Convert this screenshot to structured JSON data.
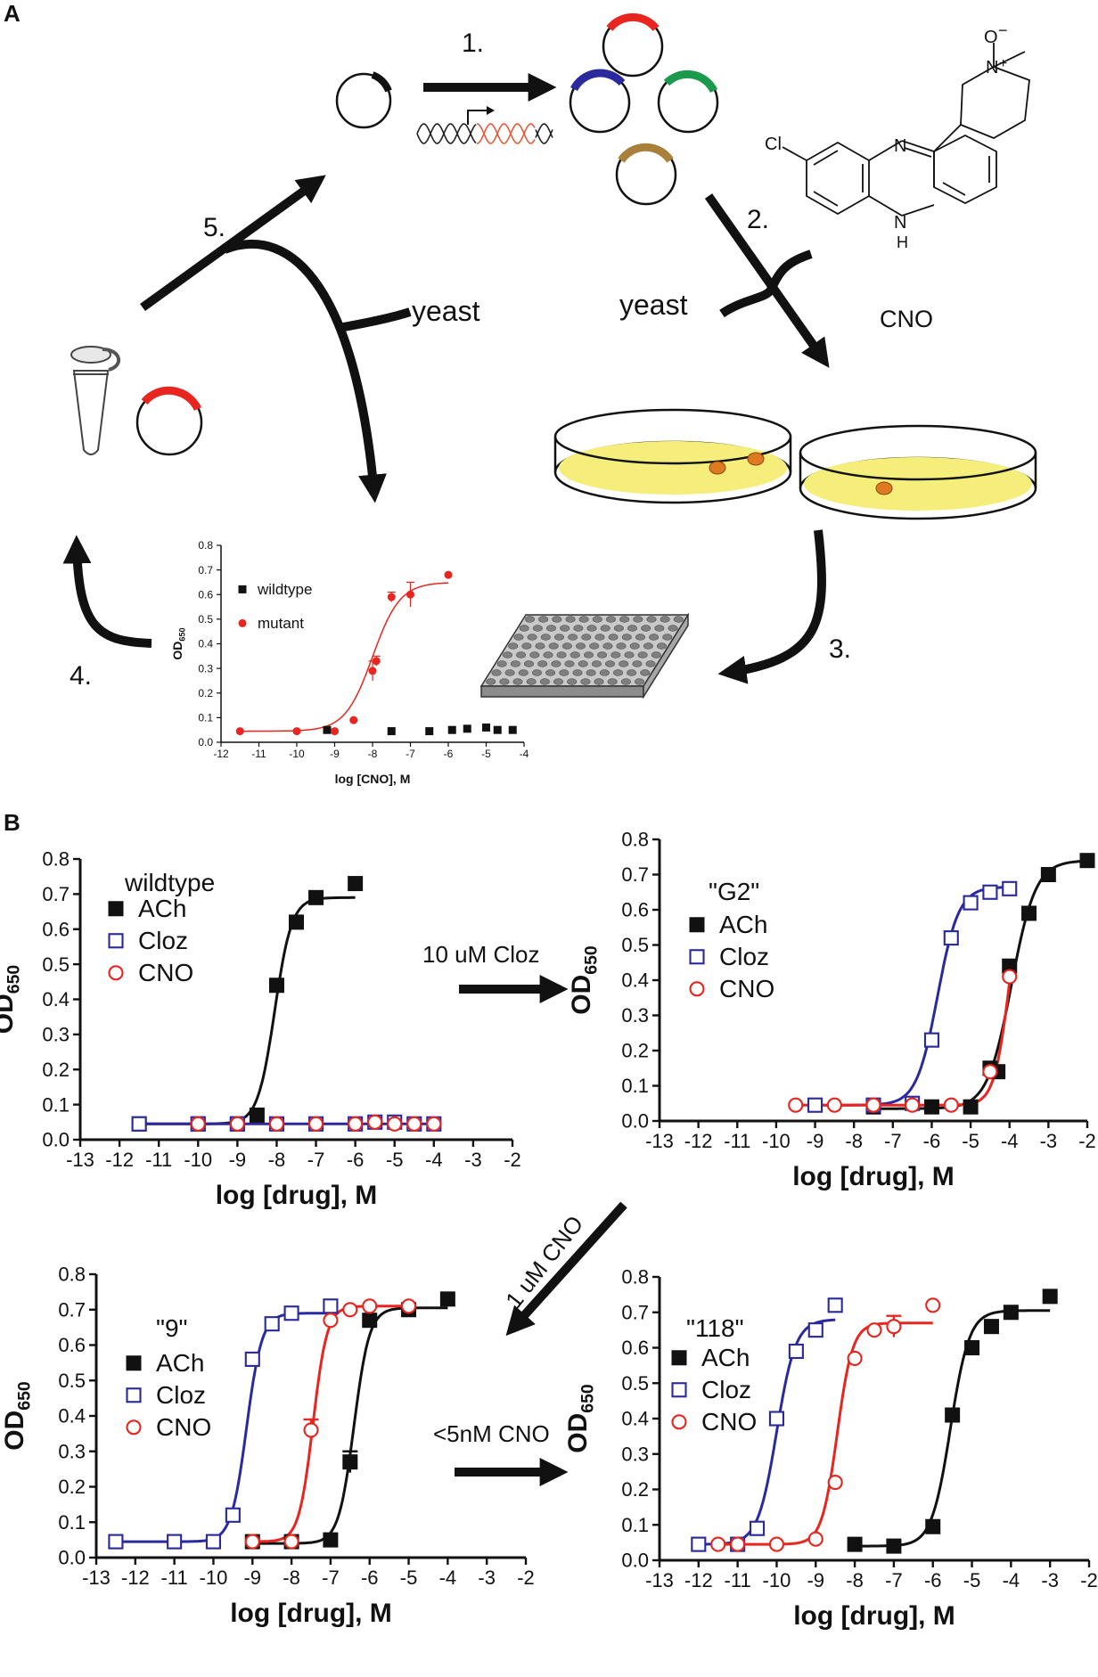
{
  "panels": {
    "a": "A",
    "b": "B"
  },
  "steps": {
    "s1": "1.",
    "s2": "2.",
    "s3": "3.",
    "s4": "4.",
    "s5": "5."
  },
  "yeast_left": "yeast",
  "yeast_right": "yeast",
  "cno_label": "CNO",
  "molecule": {
    "cl": "Cl",
    "n": "N",
    "nh": "N",
    "h": "H",
    "o": "O",
    "nplus": "N",
    "plus": "+",
    "minus": "−"
  },
  "colors": {
    "black": "#111111",
    "blue": "#2a2a9e",
    "red": "#e8251e",
    "green": "#1a9a4a",
    "gold": "#a8803a",
    "yellow": "#f5ee7a",
    "colony": "#e07a20"
  },
  "transitions": {
    "t1": "10 uM Cloz",
    "t2": "1 uM CNO",
    "t3": "<5nM CNO"
  },
  "chart_data": [
    {
      "id": "inset",
      "type": "scatter",
      "xlabel": "log [CNO], M",
      "ylabel": "OD650",
      "xlim": [
        -12,
        -4
      ],
      "ylim": [
        0,
        0.8
      ],
      "xticks": [
        -12,
        -11,
        -10,
        -9,
        -8,
        -7,
        -6,
        -5,
        -4
      ],
      "yticks": [
        0.0,
        0.1,
        0.2,
        0.3,
        0.4,
        0.5,
        0.6,
        0.7,
        0.8
      ],
      "series": [
        {
          "name": "wildtype",
          "marker": "square-filled",
          "color": "#111111",
          "x": [
            -9.2,
            -7.5,
            -6.5,
            -5.9,
            -5.5,
            -5.0,
            -4.7,
            -4.3
          ],
          "y": [
            0.05,
            0.045,
            0.045,
            0.05,
            0.055,
            0.06,
            0.05,
            0.05
          ]
        },
        {
          "name": "mutant",
          "marker": "circle-filled",
          "color": "#e8251e",
          "x": [
            -11.5,
            -10,
            -9,
            -8.5,
            -8,
            -7.9,
            -7.5,
            -7,
            -6
          ],
          "y": [
            0.045,
            0.045,
            0.045,
            0.09,
            0.29,
            0.33,
            0.59,
            0.6,
            0.68
          ],
          "err": [
            0,
            0,
            0,
            0,
            0.04,
            0.02,
            0.02,
            0.05,
            0
          ],
          "fit": {
            "bottom": 0.045,
            "top": 0.65,
            "logec50": -8.0,
            "hill": 1.2
          }
        }
      ]
    },
    {
      "id": "wildtype",
      "type": "scatter",
      "title": "wildtype",
      "xlabel": "log [drug], M",
      "ylabel": "OD650",
      "xlim": [
        -13,
        -2
      ],
      "ylim": [
        0,
        0.8
      ],
      "xticks": [
        -13,
        -12,
        -11,
        -10,
        -9,
        -8,
        -7,
        -6,
        -5,
        -4,
        -3,
        -2
      ],
      "yticks": [
        0.0,
        0.1,
        0.2,
        0.3,
        0.4,
        0.5,
        0.6,
        0.7,
        0.8
      ],
      "series": [
        {
          "name": "ACh",
          "marker": "square-filled",
          "color": "#111111",
          "x": [
            -11.5,
            -10,
            -9,
            -8.5,
            -8,
            -7.5,
            -7,
            -6
          ],
          "y": [
            0.045,
            0.045,
            0.045,
            0.07,
            0.44,
            0.62,
            0.69,
            0.73
          ],
          "fit": {
            "bottom": 0.045,
            "top": 0.69,
            "logec50": -8.05,
            "hill": 2.0
          }
        },
        {
          "name": "Cloz",
          "marker": "square-open",
          "color": "#2a2a9e",
          "x": [
            -11.5,
            -10,
            -9,
            -8,
            -7,
            -6,
            -5.5,
            -5,
            -4.5,
            -4
          ],
          "y": [
            0.045,
            0.045,
            0.045,
            0.045,
            0.045,
            0.045,
            0.05,
            0.05,
            0.045,
            0.045
          ],
          "fit": {
            "bottom": 0.045,
            "top": 0.045,
            "logec50": -7,
            "hill": 1
          }
        },
        {
          "name": "CNO",
          "marker": "circle-open",
          "color": "#e8251e",
          "x": [
            -10,
            -9,
            -8,
            -7,
            -6,
            -5.5,
            -5,
            -4.5,
            -4
          ],
          "y": [
            0.045,
            0.045,
            0.045,
            0.045,
            0.045,
            0.05,
            0.045,
            0.045,
            0.045
          ]
        }
      ]
    },
    {
      "id": "g2",
      "type": "scatter",
      "title": "\"G2\"",
      "xlabel": "log [drug], M",
      "ylabel": "OD650",
      "xlim": [
        -13,
        -2
      ],
      "ylim": [
        0,
        0.8
      ],
      "xticks": [
        -13,
        -12,
        -11,
        -10,
        -9,
        -8,
        -7,
        -6,
        -5,
        -4,
        -3,
        -2
      ],
      "yticks": [
        0.0,
        0.1,
        0.2,
        0.3,
        0.4,
        0.5,
        0.6,
        0.7,
        0.8
      ],
      "series": [
        {
          "name": "ACh",
          "marker": "square-filled",
          "color": "#111111",
          "x": [
            -7.5,
            -6,
            -5,
            -4.5,
            -4.3,
            -4,
            -3.5,
            -3,
            -2
          ],
          "y": [
            0.04,
            0.04,
            0.04,
            0.15,
            0.14,
            0.44,
            0.59,
            0.7,
            0.74
          ],
          "fit": {
            "bottom": 0.035,
            "top": 0.74,
            "logec50": -3.95,
            "hill": 1.4
          }
        },
        {
          "name": "Cloz",
          "marker": "square-open",
          "color": "#2a2a9e",
          "x": [
            -9,
            -7.5,
            -6.5,
            -6,
            -5.5,
            -5,
            -4.5,
            -4
          ],
          "y": [
            0.045,
            0.045,
            0.05,
            0.23,
            0.52,
            0.62,
            0.65,
            0.66
          ],
          "fit": {
            "bottom": 0.045,
            "top": 0.665,
            "logec50": -5.85,
            "hill": 1.6
          }
        },
        {
          "name": "CNO",
          "marker": "circle-open",
          "color": "#e8251e",
          "x": [
            -9.5,
            -8.5,
            -7.5,
            -6.5,
            -5.5,
            -4.5,
            -4
          ],
          "y": [
            0.045,
            0.045,
            0.045,
            0.045,
            0.045,
            0.14,
            0.41
          ],
          "fit": {
            "bottom": 0.045,
            "top": 0.74,
            "logec50": -4.0,
            "hill": 2.2
          }
        }
      ]
    },
    {
      "id": "m9",
      "type": "scatter",
      "title": "\"9\"",
      "xlabel": "log [drug], M",
      "ylabel": "OD650",
      "xlim": [
        -13,
        -2
      ],
      "ylim": [
        0,
        0.8
      ],
      "xticks": [
        -13,
        -12,
        -11,
        -10,
        -9,
        -8,
        -7,
        -6,
        -5,
        -4,
        -3,
        -2
      ],
      "yticks": [
        0.0,
        0.1,
        0.2,
        0.3,
        0.4,
        0.5,
        0.6,
        0.7,
        0.8
      ],
      "series": [
        {
          "name": "ACh",
          "marker": "square-filled",
          "color": "#111111",
          "x": [
            -9,
            -8,
            -7,
            -6.5,
            -6,
            -5,
            -4
          ],
          "y": [
            0.045,
            0.045,
            0.05,
            0.27,
            0.67,
            0.7,
            0.73
          ],
          "err": [
            0,
            0,
            0,
            0.03,
            0,
            0,
            0
          ],
          "fit": {
            "bottom": 0.04,
            "top": 0.705,
            "logec50": -6.4,
            "hill": 2.2
          }
        },
        {
          "name": "Cloz",
          "marker": "square-open",
          "color": "#2a2a9e",
          "x": [
            -12.5,
            -11,
            -10,
            -9.5,
            -9,
            -8.5,
            -8,
            -7
          ],
          "y": [
            0.045,
            0.045,
            0.045,
            0.12,
            0.56,
            0.66,
            0.69,
            0.71
          ],
          "fit": {
            "bottom": 0.045,
            "top": 0.69,
            "logec50": -9.15,
            "hill": 2.2
          }
        },
        {
          "name": "CNO",
          "marker": "circle-open",
          "color": "#e8251e",
          "x": [
            -9,
            -8,
            -7.5,
            -7,
            -6.5,
            -6,
            -5
          ],
          "y": [
            0.045,
            0.045,
            0.36,
            0.67,
            0.7,
            0.71,
            0.71
          ],
          "err": [
            0,
            0,
            0.03,
            0,
            0,
            0,
            0
          ],
          "fit": {
            "bottom": 0.045,
            "top": 0.71,
            "logec50": -7.45,
            "hill": 2.4
          }
        }
      ]
    },
    {
      "id": "m118",
      "type": "scatter",
      "title": "\"118\"",
      "xlabel": "log [drug], M",
      "ylabel": "OD650",
      "xlim": [
        -13,
        -2
      ],
      "ylim": [
        0,
        0.8
      ],
      "xticks": [
        -13,
        -12,
        -11,
        -10,
        -9,
        -8,
        -7,
        -6,
        -5,
        -4,
        -3,
        -2
      ],
      "yticks": [
        0.0,
        0.1,
        0.2,
        0.3,
        0.4,
        0.5,
        0.6,
        0.7,
        0.8
      ],
      "series": [
        {
          "name": "ACh",
          "marker": "square-filled",
          "color": "#111111",
          "x": [
            -8,
            -7,
            -6,
            -5.5,
            -5,
            -4.5,
            -4,
            -3
          ],
          "y": [
            0.045,
            0.04,
            0.095,
            0.41,
            0.6,
            0.66,
            0.7,
            0.745
          ],
          "fit": {
            "bottom": 0.04,
            "top": 0.705,
            "logec50": -5.55,
            "hill": 1.8
          }
        },
        {
          "name": "Cloz",
          "marker": "square-open",
          "color": "#2a2a9e",
          "x": [
            -12,
            -11,
            -10.5,
            -10,
            -9.5,
            -9,
            -8.5
          ],
          "y": [
            0.045,
            0.045,
            0.09,
            0.4,
            0.59,
            0.65,
            0.72
          ],
          "fit": {
            "bottom": 0.045,
            "top": 0.68,
            "logec50": -10.0,
            "hill": 1.8
          }
        },
        {
          "name": "CNO",
          "marker": "circle-open",
          "color": "#e8251e",
          "x": [
            -11.5,
            -11,
            -10,
            -9,
            -8.5,
            -8,
            -7.5,
            -7,
            -6
          ],
          "y": [
            0.045,
            0.045,
            0.045,
            0.06,
            0.22,
            0.57,
            0.65,
            0.66,
            0.72
          ],
          "err": [
            0,
            0,
            0,
            0,
            0,
            0,
            0,
            0.03,
            0
          ],
          "fit": {
            "bottom": 0.045,
            "top": 0.67,
            "logec50": -8.45,
            "hill": 2.2
          }
        }
      ]
    }
  ]
}
